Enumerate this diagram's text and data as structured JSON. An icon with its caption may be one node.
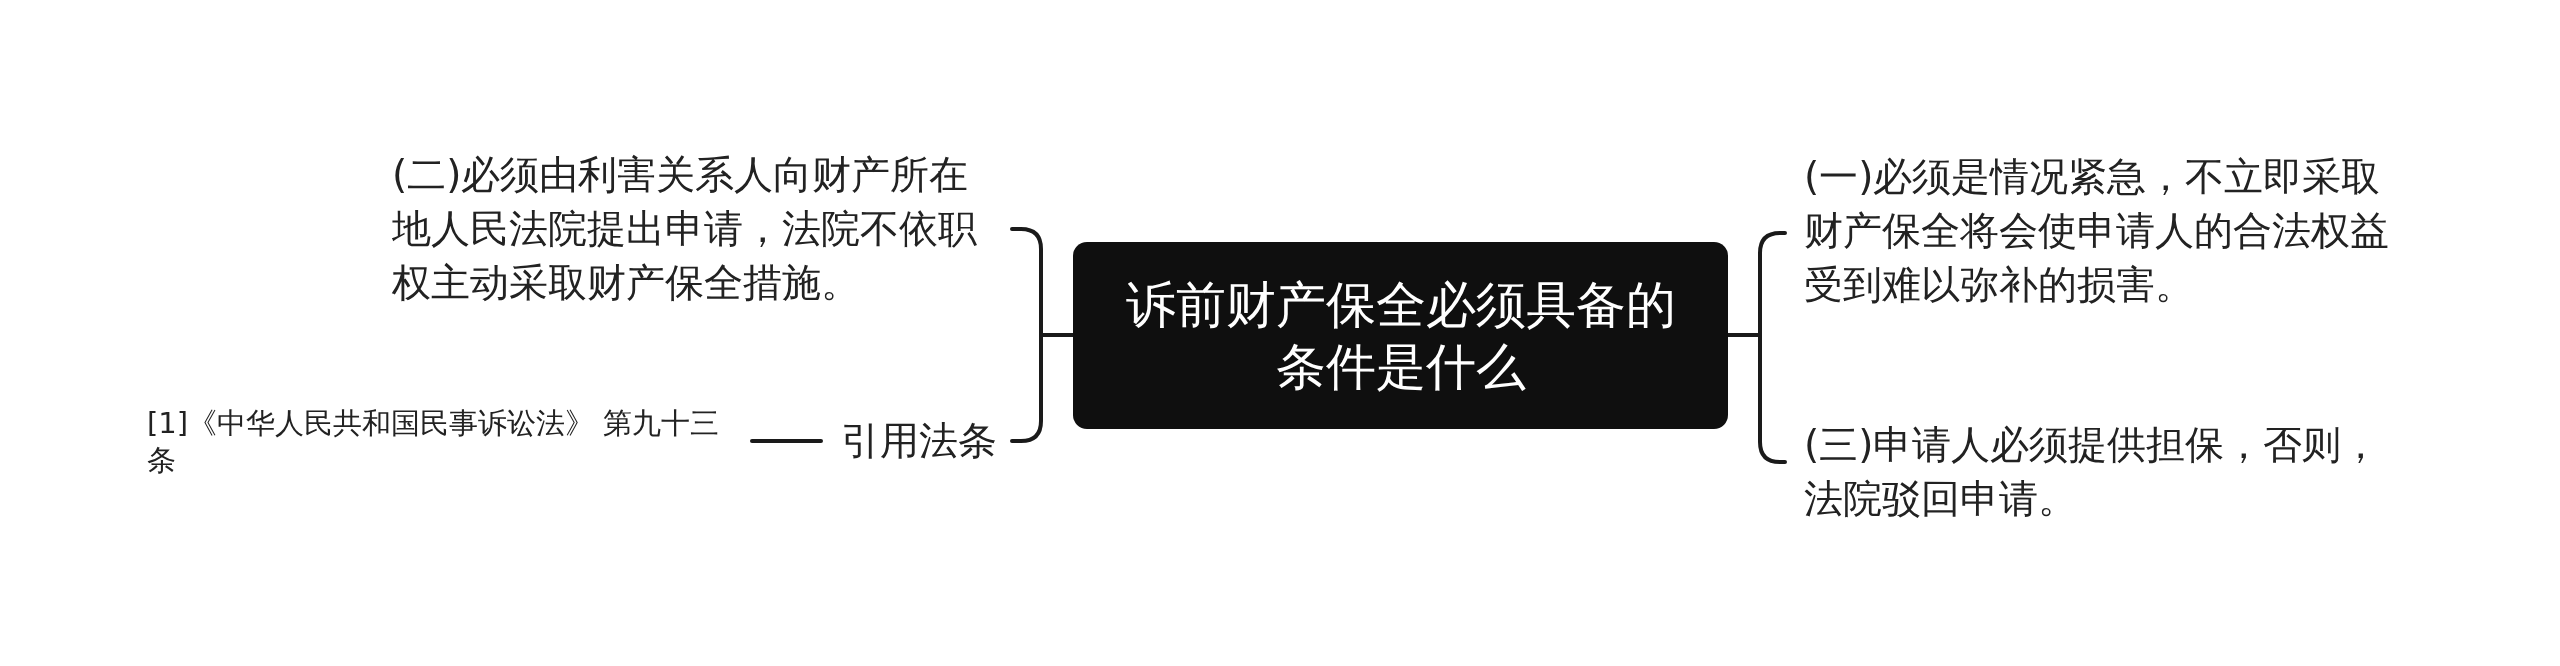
{
  "diagram": {
    "nodes": [
      {
        "text": [
          "诉前财产保全必须具备的条件是什么"
        ]
      },
      {
        "text": [
          "(二)必须由利害关系人向财产所在地人民法院提出申请，法院不依职权主动采取财产保全措施。"
        ]
      },
      {
        "text": [
          "引用法条"
        ]
      },
      {
        "text": [
          "[1]《中华人民共和国民事诉讼法》 第九十三条"
        ]
      },
      {
        "text": [
          "(一)必须是情况紧急，不立即采取财产保全将会使申请人的合法权益受到难以弥补的损害。"
        ]
      },
      {
        "text": [
          "(三)申请人必须提供担保，否则，法院驳回申请。"
        ]
      }
    ],
    "edges": [
      {
        "from": 0,
        "to": 1,
        "arrow": "none"
      },
      {
        "from": 0,
        "to": 2,
        "arrow": "none"
      },
      {
        "from": 2,
        "to": 3,
        "arrow": "none"
      },
      {
        "from": 0,
        "to": 4,
        "arrow": "none"
      },
      {
        "from": 0,
        "to": 5,
        "arrow": "none"
      }
    ]
  }
}
